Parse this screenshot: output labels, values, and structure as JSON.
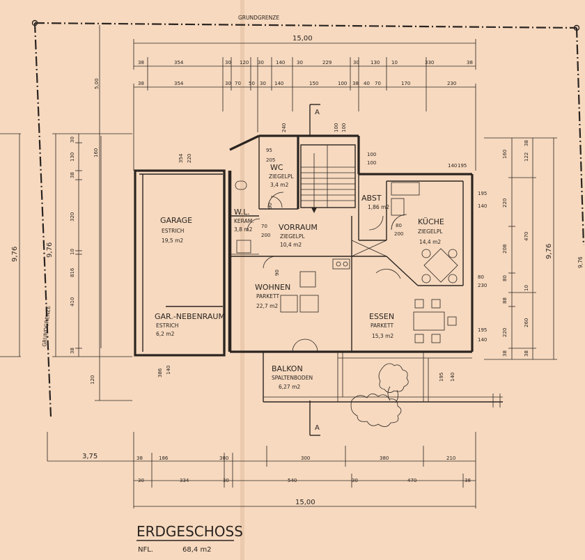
{
  "boundary_label": "GRUNDGRENZE",
  "section_marker": "A",
  "title": "ERDGESCHOSS",
  "nfl_label": "NFL.",
  "nfl_value": "68,4 m2",
  "rooms": {
    "garage": {
      "name": "GARAGE",
      "floor": "ESTRICH",
      "area": "19,5 m2"
    },
    "gar_nebenraum": {
      "name": "GAR.-NEBENRAUM",
      "floor": "ESTRICH",
      "area": "6,2 m2"
    },
    "wc_ziegel": {
      "name": "WC",
      "floor": "ZIEGELPL",
      "area": "3,4 m2"
    },
    "wl": {
      "name": "W.L.",
      "floor": "KERAM.",
      "area": "3,8 m2"
    },
    "vorraum": {
      "name": "VORRAUM",
      "floor": "ZIEGELPL",
      "area": "10,4 m2"
    },
    "abst": {
      "name": "ABST",
      "area": "1,86 m2"
    },
    "kueche": {
      "name": "KÜCHE",
      "floor": "ZIEGELPL",
      "area": "14,4 m2"
    },
    "wohnen": {
      "name": "WOHNEN",
      "floor": "PARKETT",
      "area": "22,7 m2"
    },
    "essen": {
      "name": "ESSEN",
      "floor": "PARKETT",
      "area": "15,3 m2"
    },
    "balkon": {
      "name": "BALKON",
      "floor": "SPALTENBODEN",
      "area": "6,27 m2"
    }
  },
  "dimensions": {
    "top_total": "15,00",
    "bottom_total": "15,00",
    "setback_top": "5,00",
    "setback_left": "3,75",
    "depth_left": "9,76",
    "depth_left_inner": "9,76",
    "depth_right": "9,76",
    "depth_right_outer": "9,76",
    "top_row1": [
      "38",
      "354",
      "30",
      "120",
      "30",
      "140",
      "30",
      "229",
      "30",
      "130",
      "10",
      "330",
      "38"
    ],
    "top_row2": [
      "38",
      "354",
      "30",
      "70",
      "50",
      "30",
      "140",
      "150",
      "100",
      "38",
      "40",
      "70",
      "170",
      "230"
    ],
    "bottom_row1": [
      "38",
      "186",
      "380",
      "300",
      "380",
      "210"
    ],
    "bottom_row2": [
      "30",
      "334",
      "30",
      "540",
      "30",
      "470",
      "38"
    ],
    "left_col": [
      "30",
      "130",
      "38",
      "320",
      "10",
      "816",
      "410",
      "38"
    ],
    "left_inner": [
      "160",
      "354",
      "220"
    ],
    "right_col": [
      "160",
      "220",
      "208",
      "80",
      "88",
      "220",
      "38"
    ],
    "right_outer": [
      "38",
      "122",
      "470",
      "10",
      "260",
      "38"
    ],
    "right_inner": [
      "195",
      "140",
      "195",
      "140",
      "80",
      "230",
      "195",
      "140"
    ],
    "misc": [
      "95",
      "205",
      "240",
      "100",
      "100",
      "80",
      "200",
      "70",
      "200",
      "90",
      "90",
      "100",
      "100",
      "195",
      "140",
      "386",
      "140",
      "120"
    ]
  }
}
